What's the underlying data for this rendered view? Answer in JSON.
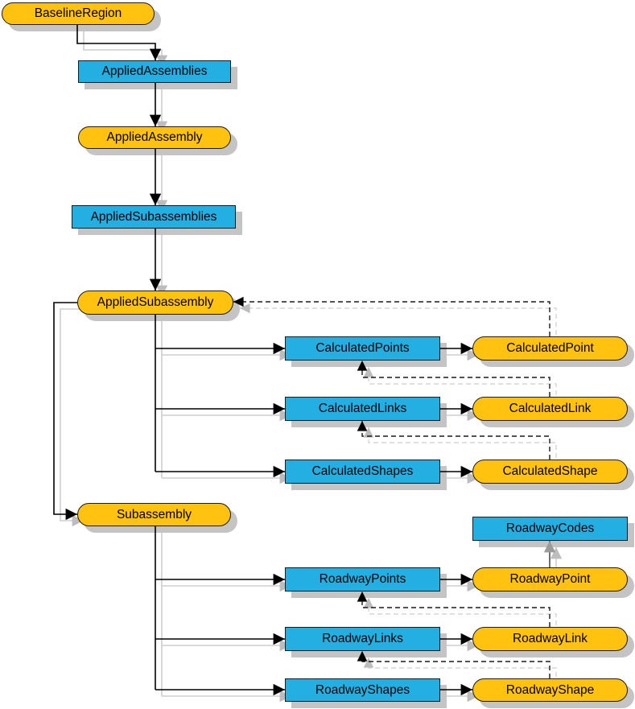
{
  "diagram": {
    "nodes": {
      "baselineRegion": {
        "label": "BaselineRegion",
        "kind": "object"
      },
      "appliedAssemblies": {
        "label": "AppliedAssemblies",
        "kind": "collection"
      },
      "appliedAssembly": {
        "label": "AppliedAssembly",
        "kind": "object"
      },
      "appliedSubassemblies": {
        "label": "AppliedSubassemblies",
        "kind": "collection"
      },
      "appliedSubassembly": {
        "label": "AppliedSubassembly",
        "kind": "object"
      },
      "calculatedPoints": {
        "label": "CalculatedPoints",
        "kind": "collection"
      },
      "calculatedPoint": {
        "label": "CalculatedPoint",
        "kind": "object"
      },
      "calculatedLinks": {
        "label": "CalculatedLinks",
        "kind": "collection"
      },
      "calculatedLink": {
        "label": "CalculatedLink",
        "kind": "object"
      },
      "calculatedShapes": {
        "label": "CalculatedShapes",
        "kind": "collection"
      },
      "calculatedShape": {
        "label": "CalculatedShape",
        "kind": "object"
      },
      "subassembly": {
        "label": "Subassembly",
        "kind": "object"
      },
      "roadwayCodes": {
        "label": "RoadwayCodes",
        "kind": "collection"
      },
      "roadwayPoints": {
        "label": "RoadwayPoints",
        "kind": "collection"
      },
      "roadwayPoint": {
        "label": "RoadwayPoint",
        "kind": "object"
      },
      "roadwayLinks": {
        "label": "RoadwayLinks",
        "kind": "collection"
      },
      "roadwayLink": {
        "label": "RoadwayLink",
        "kind": "object"
      },
      "roadwayShapes": {
        "label": "RoadwayShapes",
        "kind": "collection"
      },
      "roadwayShape": {
        "label": "RoadwayShape",
        "kind": "object"
      }
    },
    "edges": [
      {
        "from": "baselineRegion",
        "to": "appliedAssemblies",
        "style": "solid"
      },
      {
        "from": "appliedAssemblies",
        "to": "appliedAssembly",
        "style": "solid"
      },
      {
        "from": "appliedAssembly",
        "to": "appliedSubassemblies",
        "style": "solid"
      },
      {
        "from": "appliedSubassemblies",
        "to": "appliedSubassembly",
        "style": "solid"
      },
      {
        "from": "appliedSubassembly",
        "to": "calculatedPoints",
        "style": "solid"
      },
      {
        "from": "appliedSubassembly",
        "to": "calculatedLinks",
        "style": "solid"
      },
      {
        "from": "appliedSubassembly",
        "to": "calculatedShapes",
        "style": "solid"
      },
      {
        "from": "appliedSubassembly",
        "to": "subassembly",
        "style": "solid"
      },
      {
        "from": "calculatedPoints",
        "to": "calculatedPoint",
        "style": "solid"
      },
      {
        "from": "calculatedLinks",
        "to": "calculatedLink",
        "style": "solid"
      },
      {
        "from": "calculatedShapes",
        "to": "calculatedShape",
        "style": "solid"
      },
      {
        "from": "subassembly",
        "to": "roadwayPoints",
        "style": "solid"
      },
      {
        "from": "subassembly",
        "to": "roadwayLinks",
        "style": "solid"
      },
      {
        "from": "subassembly",
        "to": "roadwayShapes",
        "style": "solid"
      },
      {
        "from": "roadwayPoints",
        "to": "roadwayPoint",
        "style": "solid"
      },
      {
        "from": "roadwayLinks",
        "to": "roadwayLink",
        "style": "solid"
      },
      {
        "from": "roadwayShapes",
        "to": "roadwayShape",
        "style": "solid"
      },
      {
        "from": "roadwayPoint",
        "to": "roadwayCodes",
        "style": "gray-reference"
      },
      {
        "from": "calculatedPoint",
        "to": "appliedSubassembly",
        "style": "dashed-reference"
      },
      {
        "from": "calculatedLink",
        "to": "calculatedPoints",
        "style": "dashed-reference"
      },
      {
        "from": "calculatedShape",
        "to": "calculatedLinks",
        "style": "dashed-reference"
      },
      {
        "from": "roadwayLink",
        "to": "roadwayPoints",
        "style": "dashed-reference"
      },
      {
        "from": "roadwayShape",
        "to": "roadwayLinks",
        "style": "dashed-reference"
      }
    ],
    "colors": {
      "object_fill": "#FFC20E",
      "collection_fill": "#24AFE3",
      "outline": "#1A1A1A",
      "line": "#000000",
      "line_shadow": "#CDCDCD",
      "box_shadow": "#C4C4C4",
      "reference_line": "#4D4D4D",
      "reference_arrowhead": "#9B9B9B"
    }
  }
}
